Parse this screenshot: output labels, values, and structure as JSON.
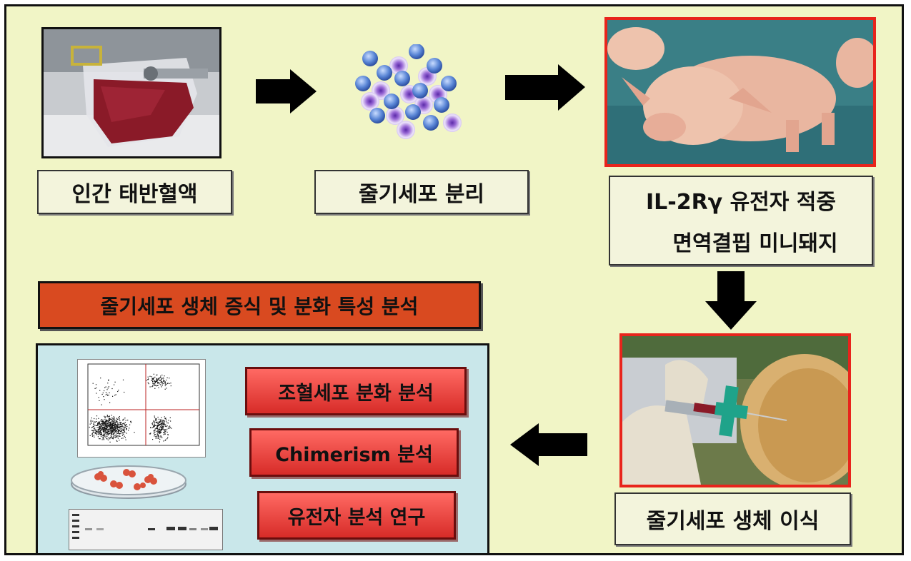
{
  "labels": {
    "placenta": "인간 태반혈액",
    "isolation": "줄기세포 분리",
    "pig_line1": "IL-2Rγ 유전자 적중",
    "pig_line2": "면역결핍 미니돼지",
    "transplant": "줄기세포 생체 이식"
  },
  "analysis": {
    "title": "줄기세포 생체 증식 및 분화 특성 분석",
    "items": [
      "조혈세포 분화 분석",
      "Chimerism 분석",
      "유전자 분석 연구"
    ]
  },
  "colors": {
    "background": "#f1f5c6",
    "title_bar": "#d94a20",
    "analysis_panel": "#c9e7ea",
    "photo_border_red": "#e8241c",
    "arrow": "#000000"
  },
  "icons": [
    "blood-bag-photo",
    "stem-cells-icon",
    "piglet-photo",
    "injection-photo",
    "flow-cytometry-plot",
    "petri-dish-icon",
    "gel-electrophoresis-icon",
    "right-arrow-icon",
    "down-arrow-icon",
    "left-arrow-icon"
  ]
}
